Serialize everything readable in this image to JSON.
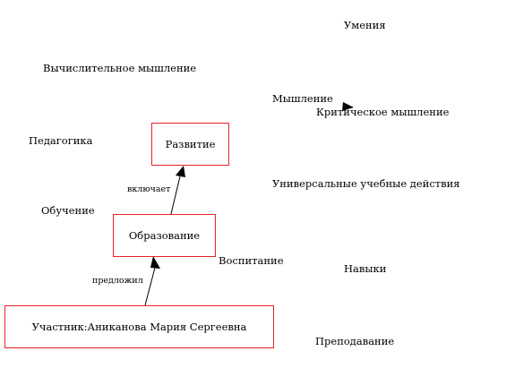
{
  "diagram": {
    "boxed_nodes": {
      "razvitie": "Развитие",
      "obrazovanie": "Образование",
      "uchastnik": "Участник:Аниканова Мария Сергеевна"
    },
    "free_nodes": {
      "umeniya": "Умения",
      "vychislitelnoe": "Вычислительное мышление",
      "myshlenie": "Мышление",
      "kriticheskoe": "Критическое мышление",
      "pedagogika": "Педагогика",
      "universalnye": "Универсальные учебные действия",
      "obuchenie": "Обучение",
      "vospitanie": "Воспитание",
      "navyki": "Навыки",
      "prepodavanie": "Преподавание"
    },
    "edge_labels": {
      "vklyuchaet": "включает",
      "predlozhil": "предложил"
    },
    "colors": {
      "box_border": "#e8242b",
      "edge": "#000000",
      "text": "#000000"
    }
  }
}
